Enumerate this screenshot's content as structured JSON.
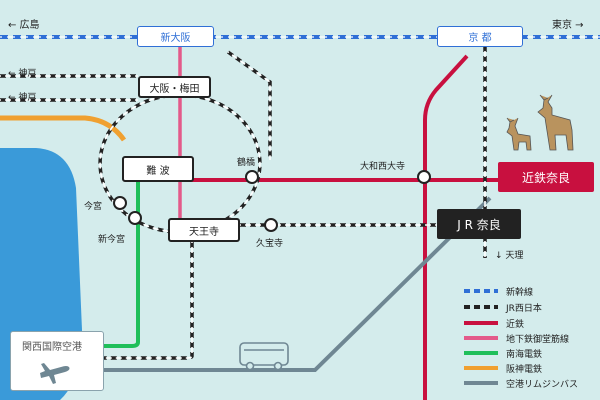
{
  "directions": {
    "hiroshima": "← 広島",
    "tokyo": "東京 →",
    "kobe1": "← 神戸",
    "kobe2": "← 神戸",
    "tenri": "↓ 天理"
  },
  "stations": {
    "shin_osaka": "新大阪",
    "kyoto": "京 都",
    "umeda": "大阪・梅田",
    "namba": "難 波",
    "tennoji": "天王寺",
    "tsuruhashi": "鶴橋",
    "yamato_saidaiji": "大和西大寺",
    "imamiya": "今宮",
    "shin_imamiya": "新今宮",
    "kubo_ji": "久宝寺",
    "kintetsu_nara": "近鉄奈良",
    "jr_nara": "J R 奈良",
    "kansai_airport": "関西国際空港"
  },
  "legend": [
    {
      "label": "新幹線",
      "color": "#2f6fd6",
      "style": "dashed-shinkansen"
    },
    {
      "label": "JR西日本",
      "color": "#222222",
      "style": "dashed-jr"
    },
    {
      "label": "近鉄",
      "color": "#c8103f",
      "style": "solid"
    },
    {
      "label": "地下鉄御堂筋線",
      "color": "#e35a8a",
      "style": "solid"
    },
    {
      "label": "南海電鉄",
      "color": "#1fbf5a",
      "style": "solid"
    },
    {
      "label": "阪神電鉄",
      "color": "#f0a030",
      "style": "solid"
    },
    {
      "label": "空港リムジンバス",
      "color": "#6f8793",
      "style": "solid"
    }
  ],
  "colors": {
    "background": "#d4ecec",
    "sea": "#3a9ad9",
    "kintetsu": "#c8103f",
    "midosuji": "#e35a8a",
    "nankai": "#1fbf5a",
    "hanshin": "#f0a030",
    "bus": "#6f8793",
    "shinkansen": "#2f6fd6",
    "jr": "#222222"
  },
  "icons": [
    "airplane-icon",
    "bus-icon",
    "deer-icon"
  ]
}
